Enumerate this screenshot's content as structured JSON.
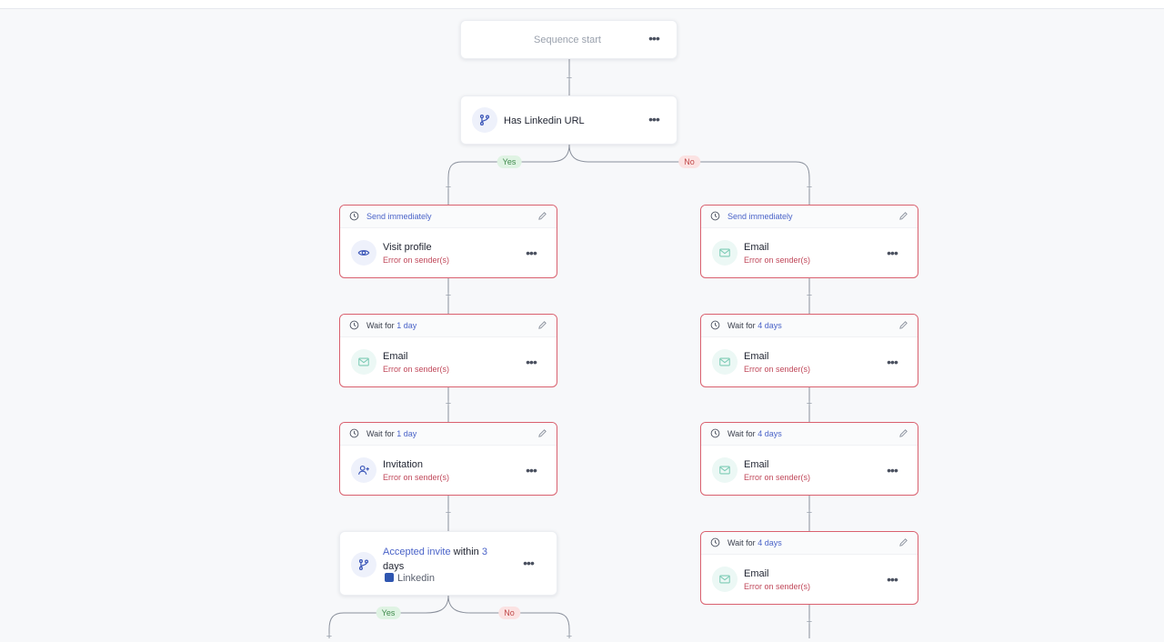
{
  "start": {
    "label": "Sequence start"
  },
  "condition1": {
    "title": "Has Linkedin URL",
    "yes": "Yes",
    "no": "No"
  },
  "left_steps": [
    {
      "timing_prefix": "Send immediately",
      "timing_value": "",
      "title": "Visit profile",
      "error": "Error on sender(s)",
      "icon": "eye-icon"
    },
    {
      "timing_prefix": "Wait for",
      "timing_value": "1 day",
      "title": "Email",
      "error": "Error on sender(s)",
      "icon": "mail-icon"
    },
    {
      "timing_prefix": "Wait for",
      "timing_value": "1 day",
      "title": "Invitation",
      "error": "Error on sender(s)",
      "icon": "user-plus-icon"
    }
  ],
  "right_steps": [
    {
      "timing_prefix": "Send immediately",
      "timing_value": "",
      "title": "Email",
      "error": "Error on sender(s)",
      "icon": "mail-icon"
    },
    {
      "timing_prefix": "Wait for",
      "timing_value": "4 days",
      "title": "Email",
      "error": "Error on sender(s)",
      "icon": "mail-icon"
    },
    {
      "timing_prefix": "Wait for",
      "timing_value": "4 days",
      "title": "Email",
      "error": "Error on sender(s)",
      "icon": "mail-icon"
    },
    {
      "timing_prefix": "Wait for",
      "timing_value": "4 days",
      "title": "Email",
      "error": "Error on sender(s)",
      "icon": "mail-icon"
    }
  ],
  "condition2": {
    "part1": "Accepted invite",
    "part2": " within ",
    "part3": "3",
    "part4": "days",
    "channel": "Linkedin",
    "yes": "Yes",
    "no": "No"
  },
  "plus_symbol": "+",
  "dots_symbol": "•••",
  "colors": {
    "accent": "#4a63c8",
    "error_border": "#d9606e",
    "error_text": "#c0485a",
    "yes_bg": "#dff3e3",
    "no_bg": "#fbe2e2"
  }
}
